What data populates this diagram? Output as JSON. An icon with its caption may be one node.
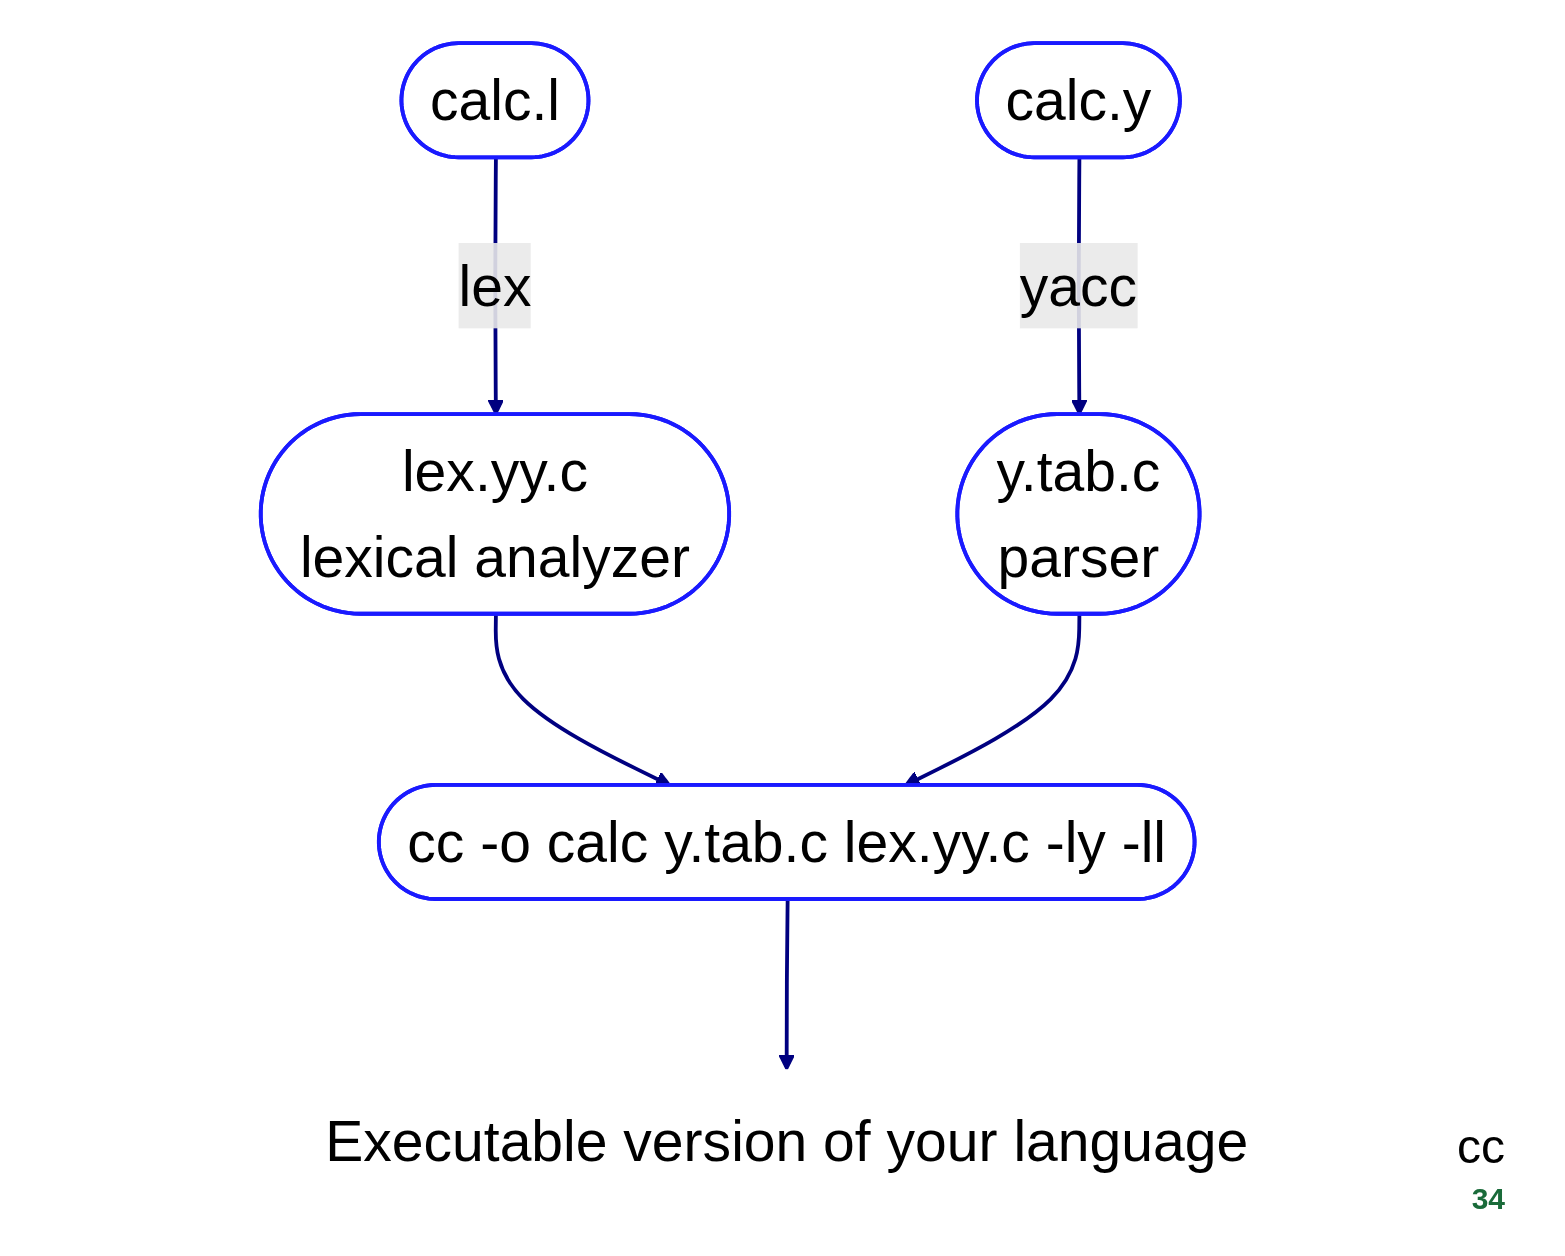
{
  "diagram": {
    "nodes": [
      {
        "text": [
          "calc.l"
        ]
      },
      {
        "text": [
          "calc.y"
        ]
      },
      {
        "text": [
          "lex.yy.c",
          "lexical analyzer"
        ]
      },
      {
        "text": [
          "y.tab.c",
          "parser"
        ]
      },
      {
        "text": [
          "cc -o calc y.tab.c lex.yy.c -ly -ll"
        ]
      },
      {
        "text": [
          "Executable version of your language"
        ]
      }
    ],
    "edges": [
      {
        "from": 0,
        "to": 2,
        "arrow": "to",
        "label": "lex"
      },
      {
        "from": 1,
        "to": 3,
        "arrow": "to",
        "label": "yacc"
      },
      {
        "from": 2,
        "to": 4,
        "arrow": "to"
      },
      {
        "from": 3,
        "to": 4,
        "arrow": "to"
      },
      {
        "from": 4,
        "to": 5,
        "arrow": "to"
      }
    ],
    "labels": [
      "cc",
      "34"
    ]
  }
}
